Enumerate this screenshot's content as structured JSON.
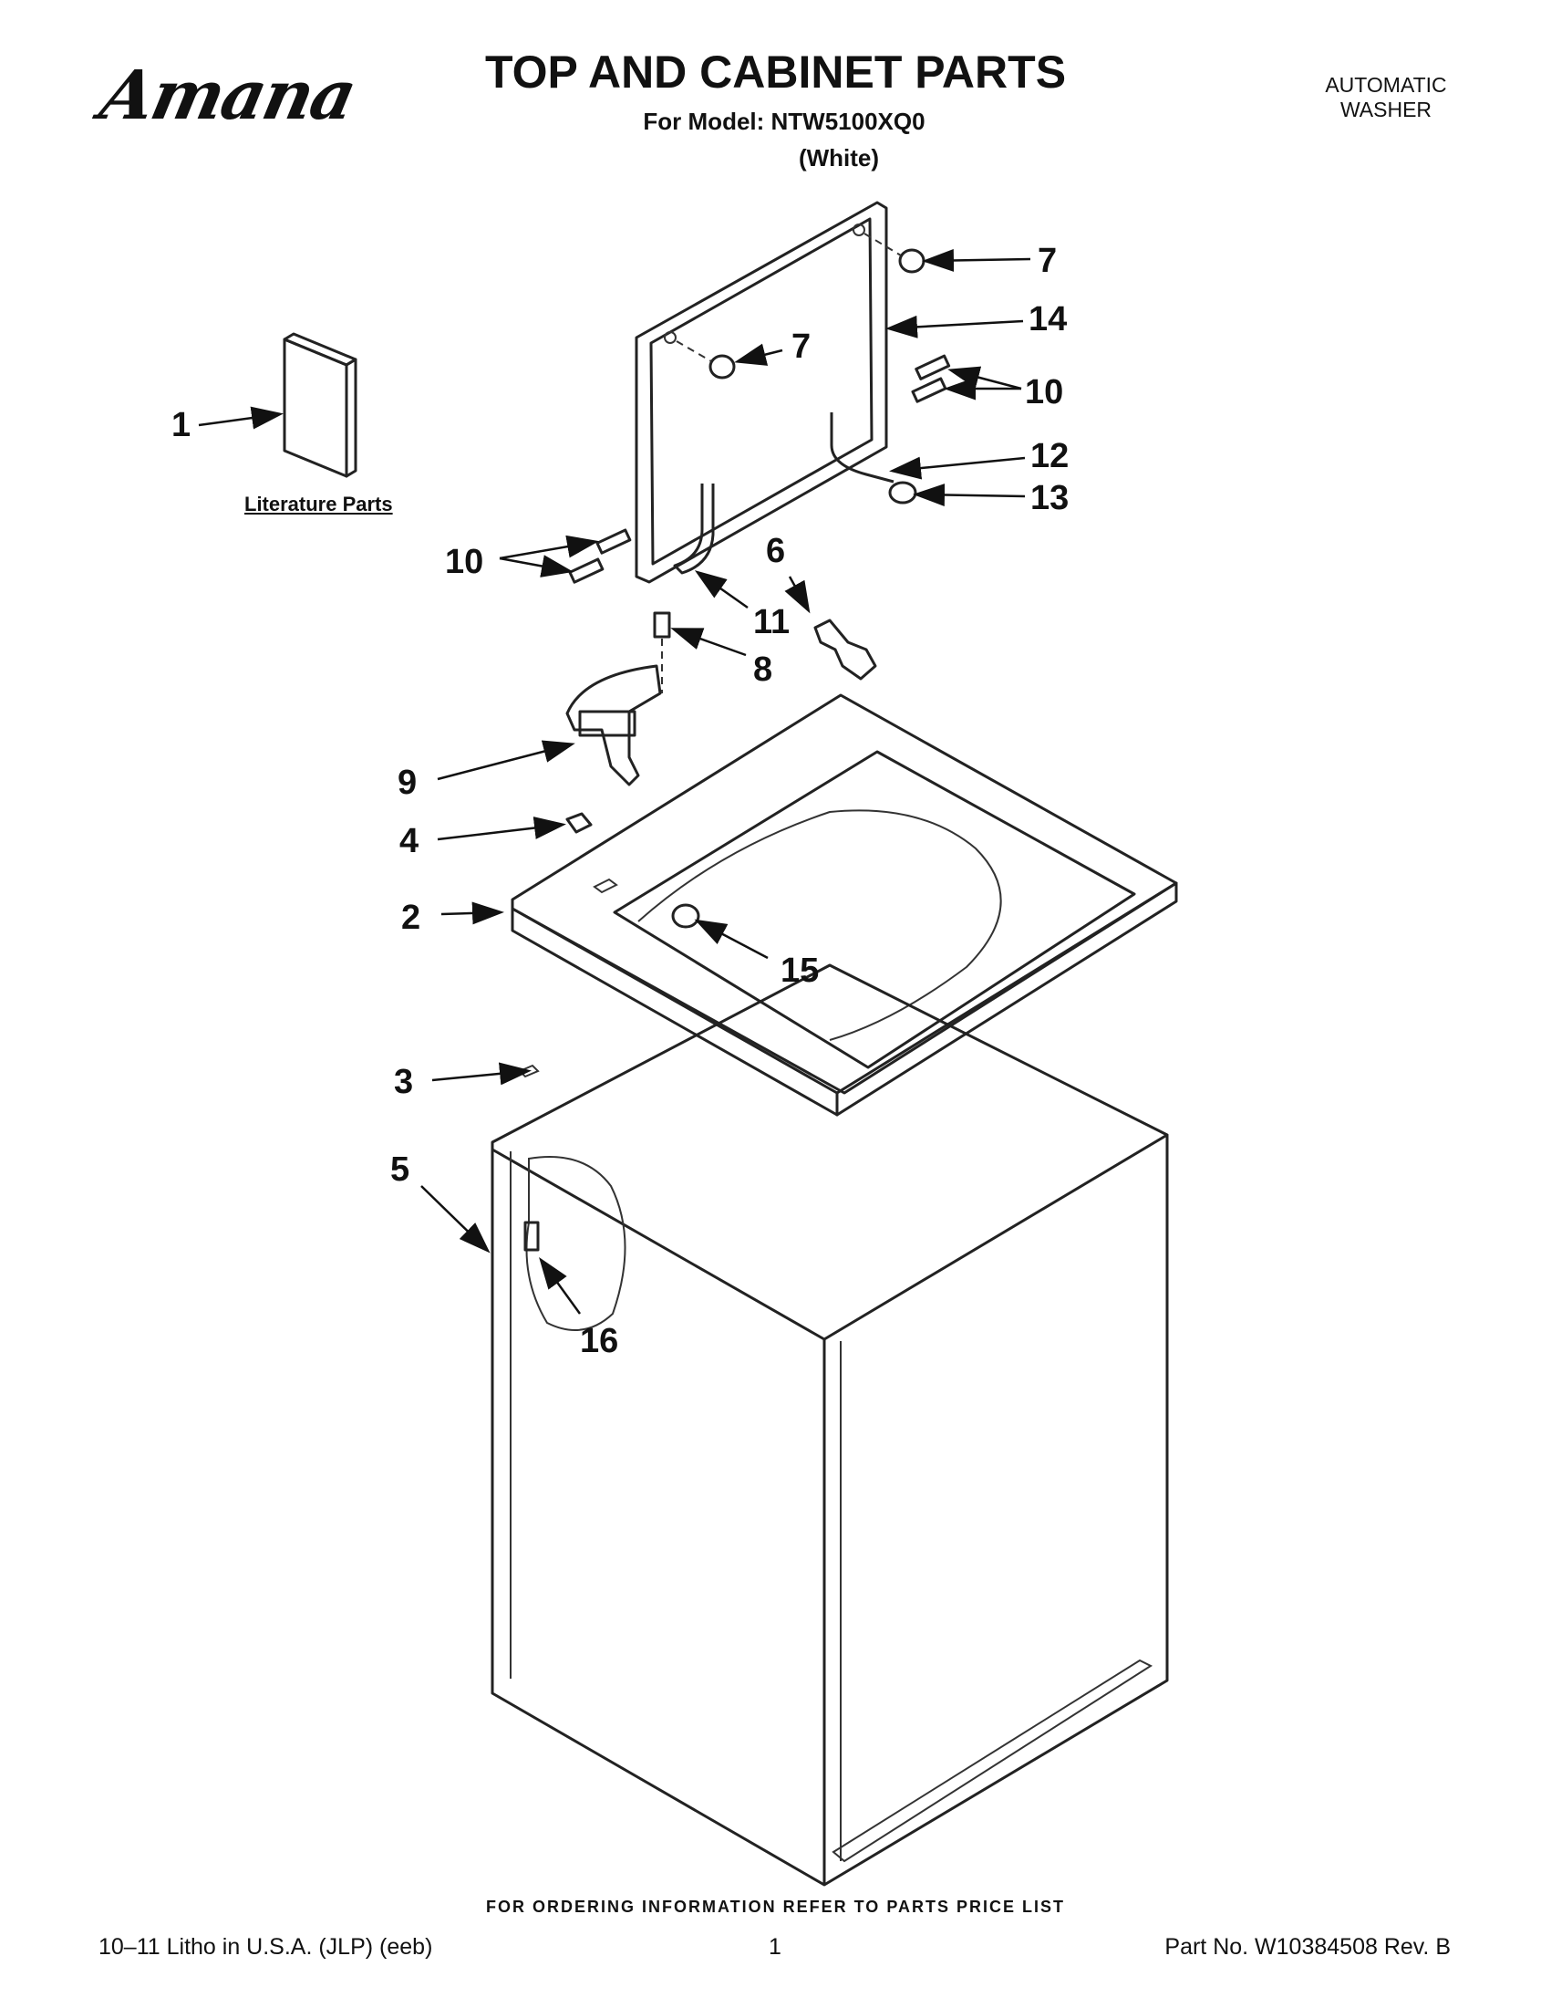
{
  "header": {
    "brand": "Amana",
    "title": "TOP AND CABINET PARTS",
    "model_line": "For Model: NTW5100XQ0",
    "color_line": "(White)",
    "product_type_line1": "AUTOMATIC",
    "product_type_line2": "WASHER"
  },
  "diagram": {
    "literature_caption": "Literature Parts",
    "callouts": {
      "c1": "1",
      "c2": "2",
      "c3": "3",
      "c4": "4",
      "c5": "5",
      "c6": "6",
      "c7a": "7",
      "c7b": "7",
      "c8": "8",
      "c9": "9",
      "c10a": "10",
      "c10b": "10",
      "c11": "11",
      "c12": "12",
      "c13": "13",
      "c14": "14",
      "c15": "15",
      "c16": "16"
    }
  },
  "footer": {
    "ordering_note": "FOR ORDERING INFORMATION REFER TO PARTS PRICE LIST",
    "litho": "10–11 Litho in U.S.A. (JLP) (eeb)",
    "page_number": "1",
    "part_number": "Part No. W10384508 Rev. B"
  }
}
